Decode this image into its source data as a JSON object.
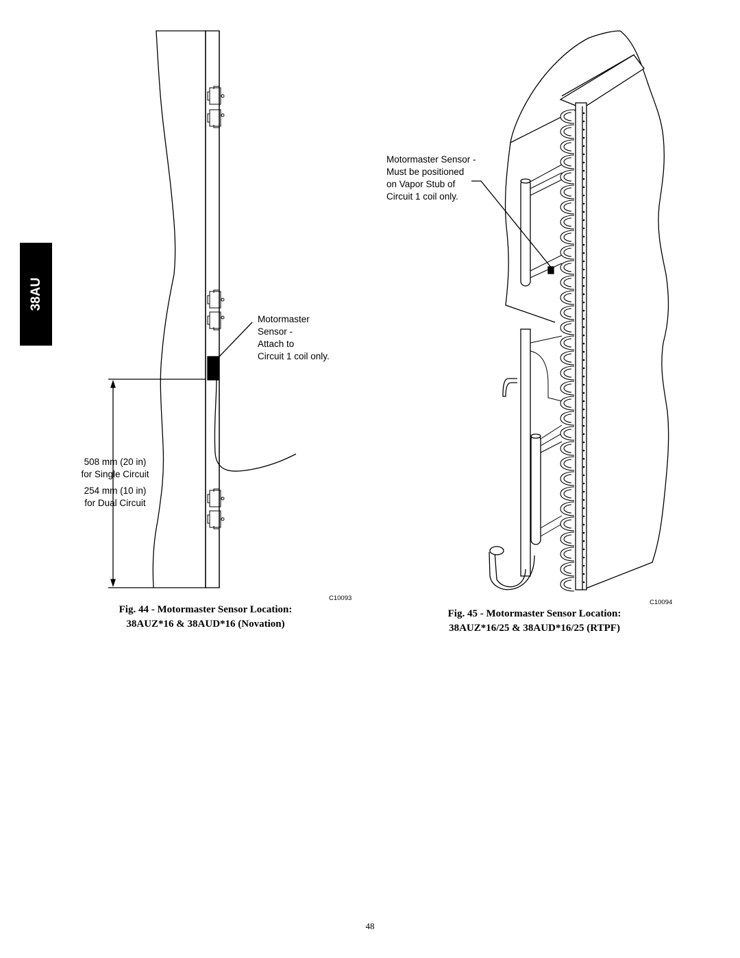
{
  "side_tab": {
    "text": "38AU"
  },
  "fig44": {
    "sensor_label": "Motormaster\nSensor -\nAttach to\nCircuit 1 coil only.",
    "dimension_label_1": "508 mm (20 in)\nfor Single Circuit",
    "dimension_label_2": "254 mm (10 in)\nfor Dual Circuit",
    "code": "C10093",
    "caption_line1": "Fig. 44 - Motormaster Sensor Location:",
    "caption_line2": "38AUZ*16 & 38AUD*16 (Novation)"
  },
  "fig45": {
    "sensor_label": "Motormaster Sensor -\nMust be positioned\non Vapor Stub of\nCircuit 1 coil only.",
    "code": "C10094",
    "caption_line1": "Fig. 45 - Motormaster Sensor Location:",
    "caption_line2": "38AUZ*16/25 & 38AUD*16/25 (RTPF)"
  },
  "page": {
    "number": "48"
  }
}
